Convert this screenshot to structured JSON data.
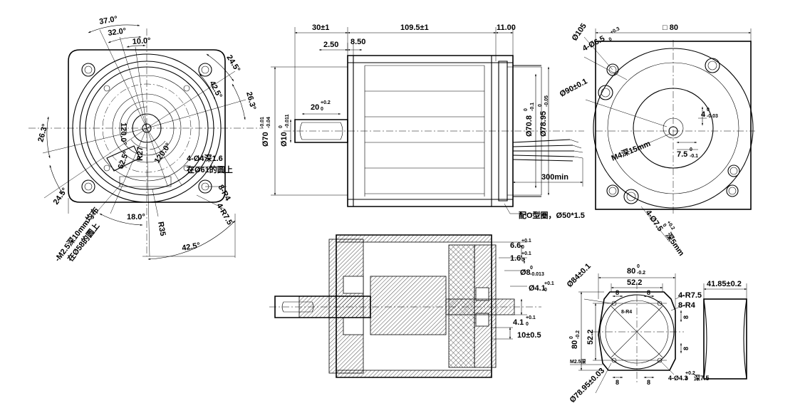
{
  "front_view": {
    "angles": [
      "37.0°",
      "32.0°",
      "10.0°",
      "24.5°",
      "42.5°",
      "26.3°",
      "26.3°",
      "24.5°",
      "120.0°",
      "120.0°",
      "62.5°",
      "18.0°",
      "42.5°"
    ],
    "labels": {
      "holes": "4-Ø4深1.6",
      "holes_note": "在Ø61的圆上",
      "r4": "8-R4",
      "r75": "4-R7.5",
      "r35": "R35",
      "r27": "R27",
      "m25": "-M2.5深10mm均布",
      "m25_note": "在Ø58的圆上"
    }
  },
  "side_view": {
    "dims": {
      "d30": "30±1",
      "d1095": "109.5±1",
      "d11": "11.00",
      "d25": "2.50",
      "d85": "8.50",
      "key": "20",
      "key_tol": "+0.2",
      "key_tol2": "0",
      "d70": "Ø70",
      "d70_tol1": "-0.01",
      "d70_tol2": "-0.04",
      "d10": "Ø10",
      "d10_tol1": "0",
      "d10_tol2": "-0.011",
      "d708": "Ø70.8",
      "d708_tol1": "0",
      "d708_tol2": "-0.1",
      "d7895": "Ø78.95",
      "d7895_tol1": "0",
      "d7895_tol2": "-0.05",
      "cable": "300min",
      "oring": "配O型圈，Ø50*1.5"
    }
  },
  "rear_view": {
    "dims": {
      "sq": "□ 80",
      "d105": "Ø105",
      "holes": "4-Ø6.5",
      "holes_tol": "+0.3",
      "holes_tol2": "0",
      "d90": "Ø90±0.1",
      "d4": "4",
      "d4_tol1": "0",
      "d4_tol2": "-0.03",
      "m4": "M4深15mm",
      "d75": "7.5",
      "d75_tol1": "0",
      "d75_tol2": "-0.1",
      "cbore": "4-Ø7.5",
      "cbore_tol": "+0.2",
      "cbore_tol2": "0",
      "cbore_depth": "深5mm"
    }
  },
  "section_view": {
    "dims": {
      "d66": "6.6",
      "d66_tol1": "+0.1",
      "d66_tol2": "0",
      "d16": "1.6",
      "d16_tol1": "+0.1",
      "d16_tol2": "0",
      "d8": "Ø8",
      "d8_tol1": "0",
      "d8_tol2": "-0.013",
      "d41a": "Ø4.1",
      "d41a_tol1": "+0.1",
      "d41a_tol2": "0",
      "d41b": "4.1",
      "d41b_tol1": "+0.1",
      "d41b_tol2": "0",
      "d10": "10±0.5"
    }
  },
  "housing_view": {
    "dims": {
      "w80": "80",
      "w80_tol1": "0",
      "w80_tol2": "-0.2",
      "w522": "52.2",
      "h80": "80",
      "h80_tol1": "0",
      "h80_tol2": "-0.2",
      "h522": "52.2",
      "d84": "Ø84±0.1",
      "r75": "4-R7.5",
      "r4": "8-R4",
      "eight": "8",
      "d7895": "Ø78.95±0.03",
      "thread": "4-Ø4.3",
      "thread_tol": "+0.2",
      "thread_tol2": "0",
      "thread_note": "深7.5",
      "small_note": "8-R4",
      "side_note": "M2.5深"
    }
  },
  "ring_view": {
    "dims": {
      "w": "41.85±0.2"
    }
  }
}
